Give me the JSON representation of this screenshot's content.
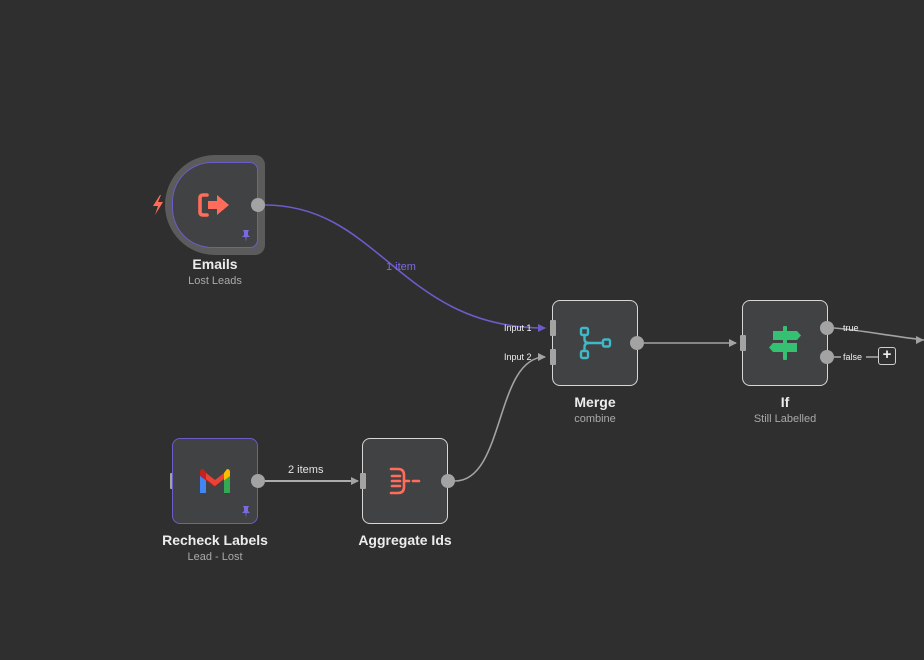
{
  "nodes": {
    "emails": {
      "title": "Emails",
      "subtitle": "Lost Leads",
      "icon": "sign-in-icon",
      "pinned": true
    },
    "recheck": {
      "title": "Recheck Labels",
      "subtitle": "Lead - Lost",
      "icon": "gmail-icon",
      "pinned": true
    },
    "aggregate": {
      "title": "Aggregate Ids",
      "icon": "aggregate-icon"
    },
    "merge": {
      "title": "Merge",
      "subtitle": "combine",
      "icon": "merge-icon",
      "inputs": [
        "Input 1",
        "Input 2"
      ]
    },
    "if": {
      "title": "If",
      "subtitle": "Still Labelled",
      "icon": "signpost-icon",
      "outputs": [
        "true",
        "false"
      ]
    }
  },
  "edges": {
    "emails_to_merge": "1 item",
    "recheck_to_aggregate": "2 items"
  },
  "add_button": "+",
  "colors": {
    "canvas": "#2e2f2e",
    "node": "#414244",
    "pinned_edge": "#6b5cc9",
    "edge": "#a3a3a3",
    "trigger_accent": "#ff6d5a",
    "merge_icon": "#3fb8c8",
    "if_icon": "#35c072"
  }
}
